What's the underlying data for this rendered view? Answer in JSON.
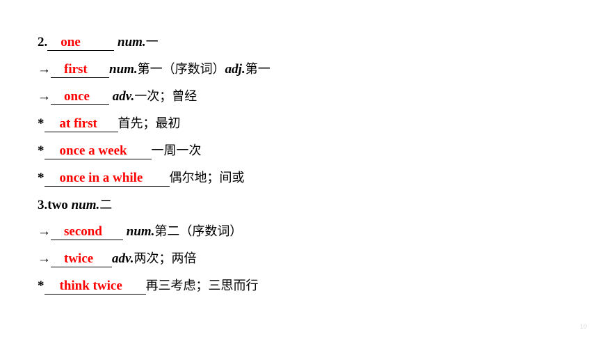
{
  "items": [
    {
      "prefix": "2.",
      "answer": "one",
      "after_pos": "num.",
      "meaning": "一"
    },
    {
      "prefix": "→",
      "answer": "first",
      "after_pos": "num.",
      "meaning": "第一（序数词）",
      "pos2": "adj.",
      "meaning2": "第一"
    },
    {
      "prefix": "→",
      "answer": "once",
      "after_pos": "adv.",
      "meaning": "一次；曾经"
    },
    {
      "prefix": "*",
      "answer": "at first",
      "meaning": "首先；最初"
    },
    {
      "prefix": "*",
      "answer": "once a week",
      "meaning": "一周一次"
    },
    {
      "prefix": "*",
      "answer": "once in a while",
      "meaning": "偶尔地；间或"
    },
    {
      "prefix": "3.two ",
      "after_pos": "num.",
      "meaning": "二"
    },
    {
      "prefix": "→",
      "answer": "second",
      "after_pos": "num.",
      "meaning": "第二（序数词）"
    },
    {
      "prefix": "→",
      "answer": "twice",
      "after_pos": "adv.",
      "meaning": "两次；两倍"
    },
    {
      "prefix": "*",
      "answer": "think twice",
      "meaning": "再三考虑；三思而行"
    }
  ],
  "page_number": "10",
  "colors": {
    "answer": "#ff0000",
    "text": "#000000",
    "background": "#ffffff"
  }
}
